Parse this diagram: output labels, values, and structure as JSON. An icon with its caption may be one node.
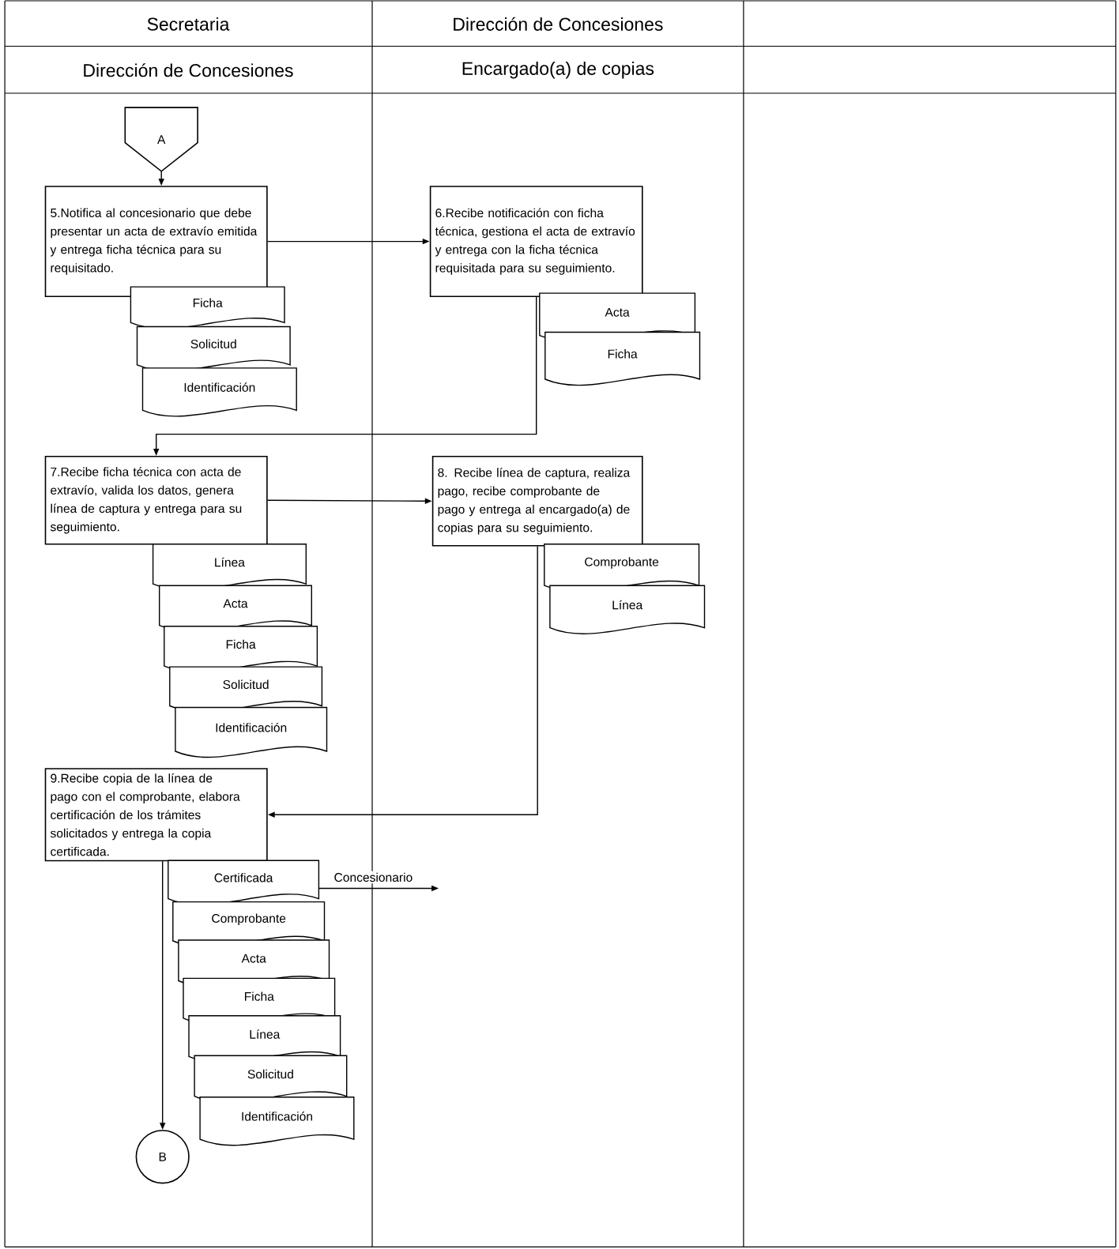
{
  "diagram": {
    "nodes": [
      {
        "text": [
          "A"
        ]
      },
      {
        "text": [
          "5.Notifica al concesionario que debe presentar un acta de extravío emitida y entrega ficha técnica para su requisitado."
        ]
      },
      {
        "text": [
          "Ficha"
        ]
      },
      {
        "text": [
          "Solicitud"
        ]
      },
      {
        "text": [
          "Identificación"
        ]
      },
      {
        "text": [
          "6.Recibe notificación con ficha técnica, gestiona el acta de extravío y entrega con la ficha técnica requisitada para su seguimiento."
        ]
      },
      {
        "text": [
          "Acta"
        ]
      },
      {
        "text": [
          "Ficha"
        ]
      },
      {
        "text": [
          "7.Recibe ficha técnica con acta de extravío, valida los datos, genera línea de captura y entrega para su seguimiento."
        ]
      },
      {
        "text": [
          "Línea"
        ]
      },
      {
        "text": [
          "Acta"
        ]
      },
      {
        "text": [
          "Ficha"
        ]
      },
      {
        "text": [
          "Solicitud"
        ]
      },
      {
        "text": [
          "Identificación"
        ]
      },
      {
        "text": [
          "8. Recibe línea de captura, realiza pago, recibe comprobante de pago y entrega al encargado(a) de copias para su seguimiento."
        ]
      },
      {
        "text": [
          "Comprobante"
        ]
      },
      {
        "text": [
          "Línea"
        ]
      },
      {
        "text": [
          "9.Recibe copia de la línea de pago con el comprobante, elabora certificación de los trámites solicitados y entrega la copia certificada."
        ]
      },
      {
        "text": [
          "Certificada"
        ]
      },
      {
        "text": [
          "Comprobante"
        ]
      },
      {
        "text": [
          "Acta"
        ]
      },
      {
        "text": [
          "Ficha"
        ]
      },
      {
        "text": [
          "Línea"
        ]
      },
      {
        "text": [
          "Solicitud"
        ]
      },
      {
        "text": [
          "Identificación"
        ]
      },
      {
        "text": [
          "B"
        ]
      }
    ],
    "edges": [
      {
        "from": 0,
        "to": 1,
        "arrow": "to"
      },
      {
        "from": 1,
        "to": 5,
        "arrow": "to"
      },
      {
        "from": 5,
        "to": 8,
        "arrow": "to"
      },
      {
        "from": 8,
        "to": 14,
        "arrow": "to"
      },
      {
        "from": 14,
        "to": 17,
        "arrow": "to"
      },
      {
        "from": 17,
        "to": 25,
        "arrow": "to"
      },
      {
        "from": 18,
        "to": null,
        "arrow": "to",
        "label": "Concesionario"
      }
    ],
    "labels": [
      "Secretaria",
      "Dirección de Concesiones",
      "Dirección de Concesiones",
      "Encargado(a) de copias"
    ]
  }
}
